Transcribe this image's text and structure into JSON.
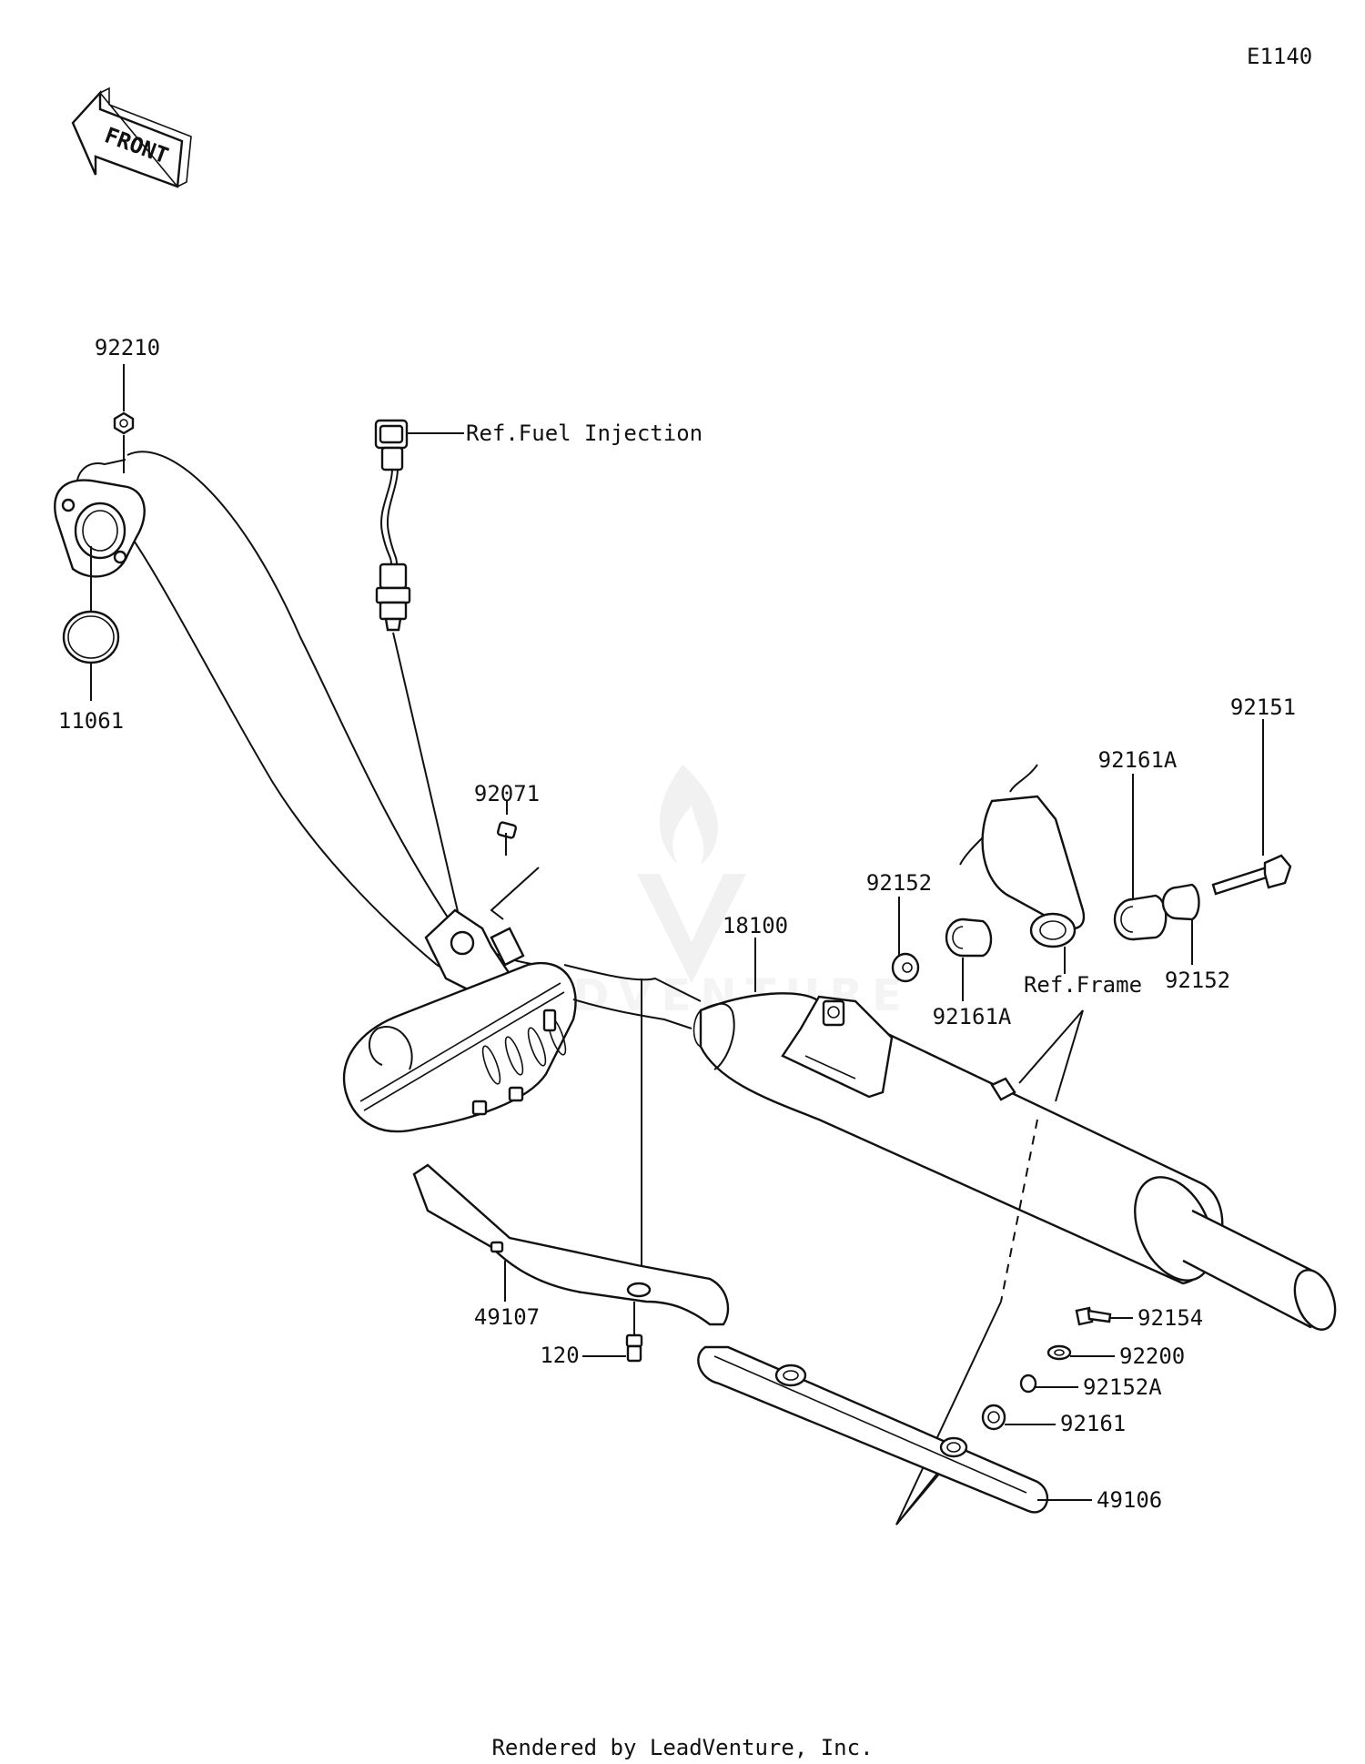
{
  "diagram_id": "E1140",
  "front_label": "FRONT",
  "footer": "Rendered by LeadVenture, Inc.",
  "watermark": "LEADVENTURE",
  "parts": [
    {
      "key": "p92210",
      "label": "92210"
    },
    {
      "key": "p11061",
      "label": "11061"
    },
    {
      "key": "pRefFI",
      "label": "Ref.Fuel Injection"
    },
    {
      "key": "p92071",
      "label": "92071"
    },
    {
      "key": "p18100",
      "label": "18100"
    },
    {
      "key": "p92152a",
      "label": "92152"
    },
    {
      "key": "p92161Aa",
      "label": "92161A"
    },
    {
      "key": "p92161Ab",
      "label": "92161A"
    },
    {
      "key": "p92151",
      "label": "92151"
    },
    {
      "key": "p92152b",
      "label": "92152"
    },
    {
      "key": "pRefFrame",
      "label": "Ref.Frame"
    },
    {
      "key": "p49107",
      "label": "49107"
    },
    {
      "key": "p120",
      "label": "120"
    },
    {
      "key": "p92154",
      "label": "92154"
    },
    {
      "key": "p92200",
      "label": "92200"
    },
    {
      "key": "p92152A",
      "label": "92152A"
    },
    {
      "key": "p92161",
      "label": "92161"
    },
    {
      "key": "p49106",
      "label": "49106"
    }
  ]
}
